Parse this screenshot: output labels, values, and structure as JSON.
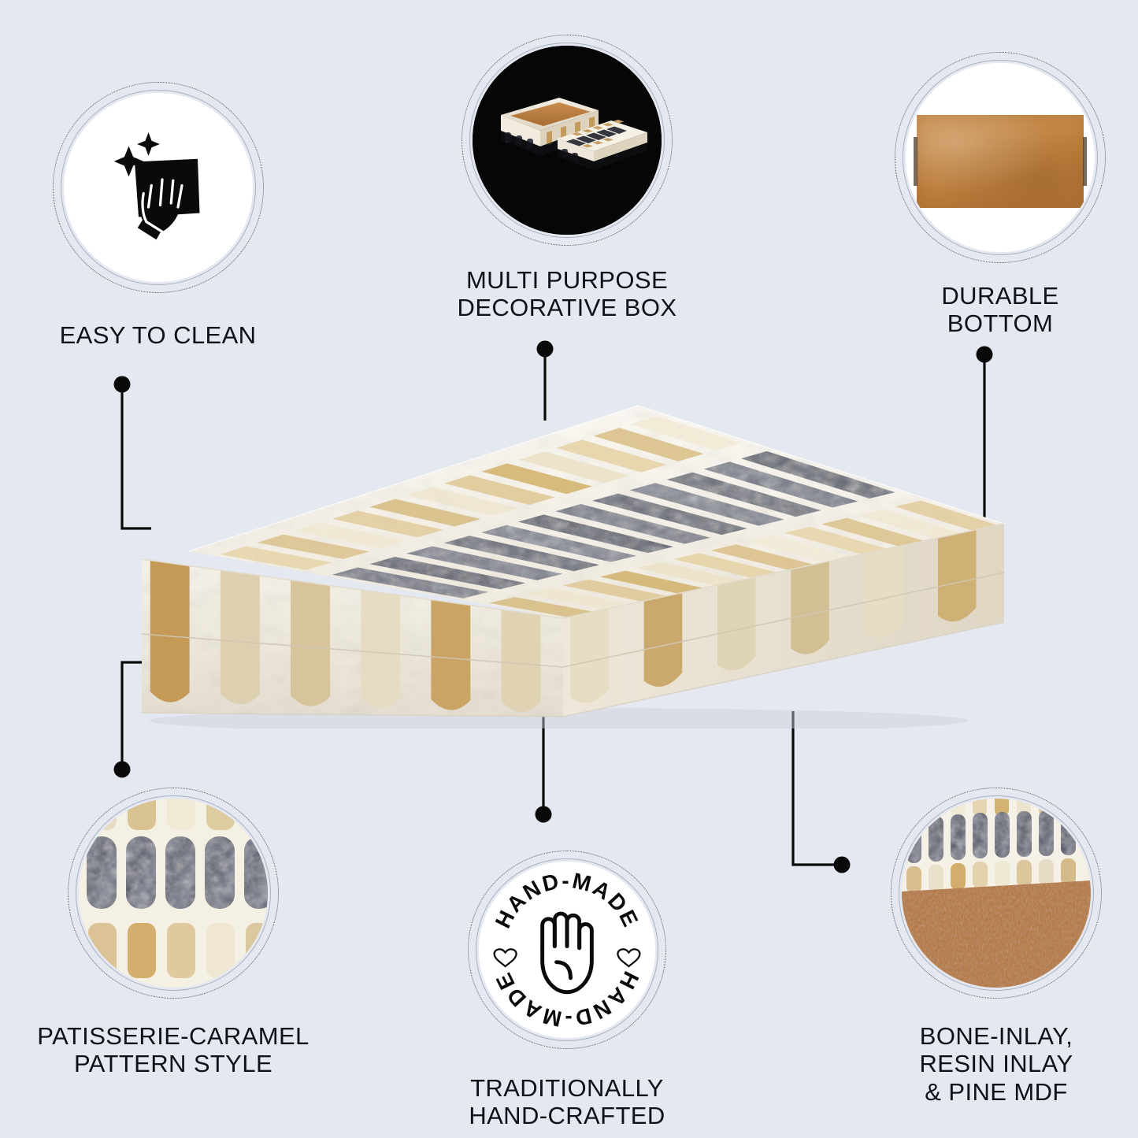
{
  "page": {
    "background_color": "#e4e8f0",
    "text_color": "#101116",
    "accent_color": "#000000"
  },
  "product": {
    "name": "Patisserie-Caramel Bone Inlay Decorative Box",
    "image_alt": "Rectangular bone-inlay decorative box with caramel, cream and grey marble tile pattern",
    "colors": {
      "bone_white": "#f6f2e9",
      "caramel": "#c9a05f",
      "cream": "#e9dfc6",
      "grey_marble": "#6f7280",
      "mdf_wood": "#b8793a"
    }
  },
  "features": [
    {
      "id": "easy-clean",
      "label": "EASY TO CLEAN",
      "icon": "cleaning-hand-icon",
      "media": "icon"
    },
    {
      "id": "multi-purpose",
      "label": "MULTI PURPOSE\nDECORATIVE BOX",
      "icon": "open-box-photo",
      "media": "photo"
    },
    {
      "id": "durable-bottom",
      "label": "DURABLE\nBOTTOM",
      "icon": "mdf-bottom-photo",
      "media": "photo"
    },
    {
      "id": "pattern-style",
      "label": "PATISSERIE-CARAMEL\nPATTERN STYLE",
      "icon": "inlay-pattern-photo",
      "media": "photo"
    },
    {
      "id": "hand-crafted",
      "label": "TRADITIONALLY\nHAND-CRAFTED",
      "icon": "hand-made-stamp-icon",
      "media": "stamp"
    },
    {
      "id": "materials",
      "label": "BONE-INLAY,\nRESIN INLAY\n& PINE MDF",
      "icon": "materials-macro-photo",
      "media": "photo"
    }
  ],
  "stamp": {
    "top_text": "HAND-MADE",
    "bottom_text": "HAND-MADE",
    "left_symbol": "heart-icon",
    "right_symbol": "heart-icon",
    "center_icon": "open-palm-icon"
  }
}
